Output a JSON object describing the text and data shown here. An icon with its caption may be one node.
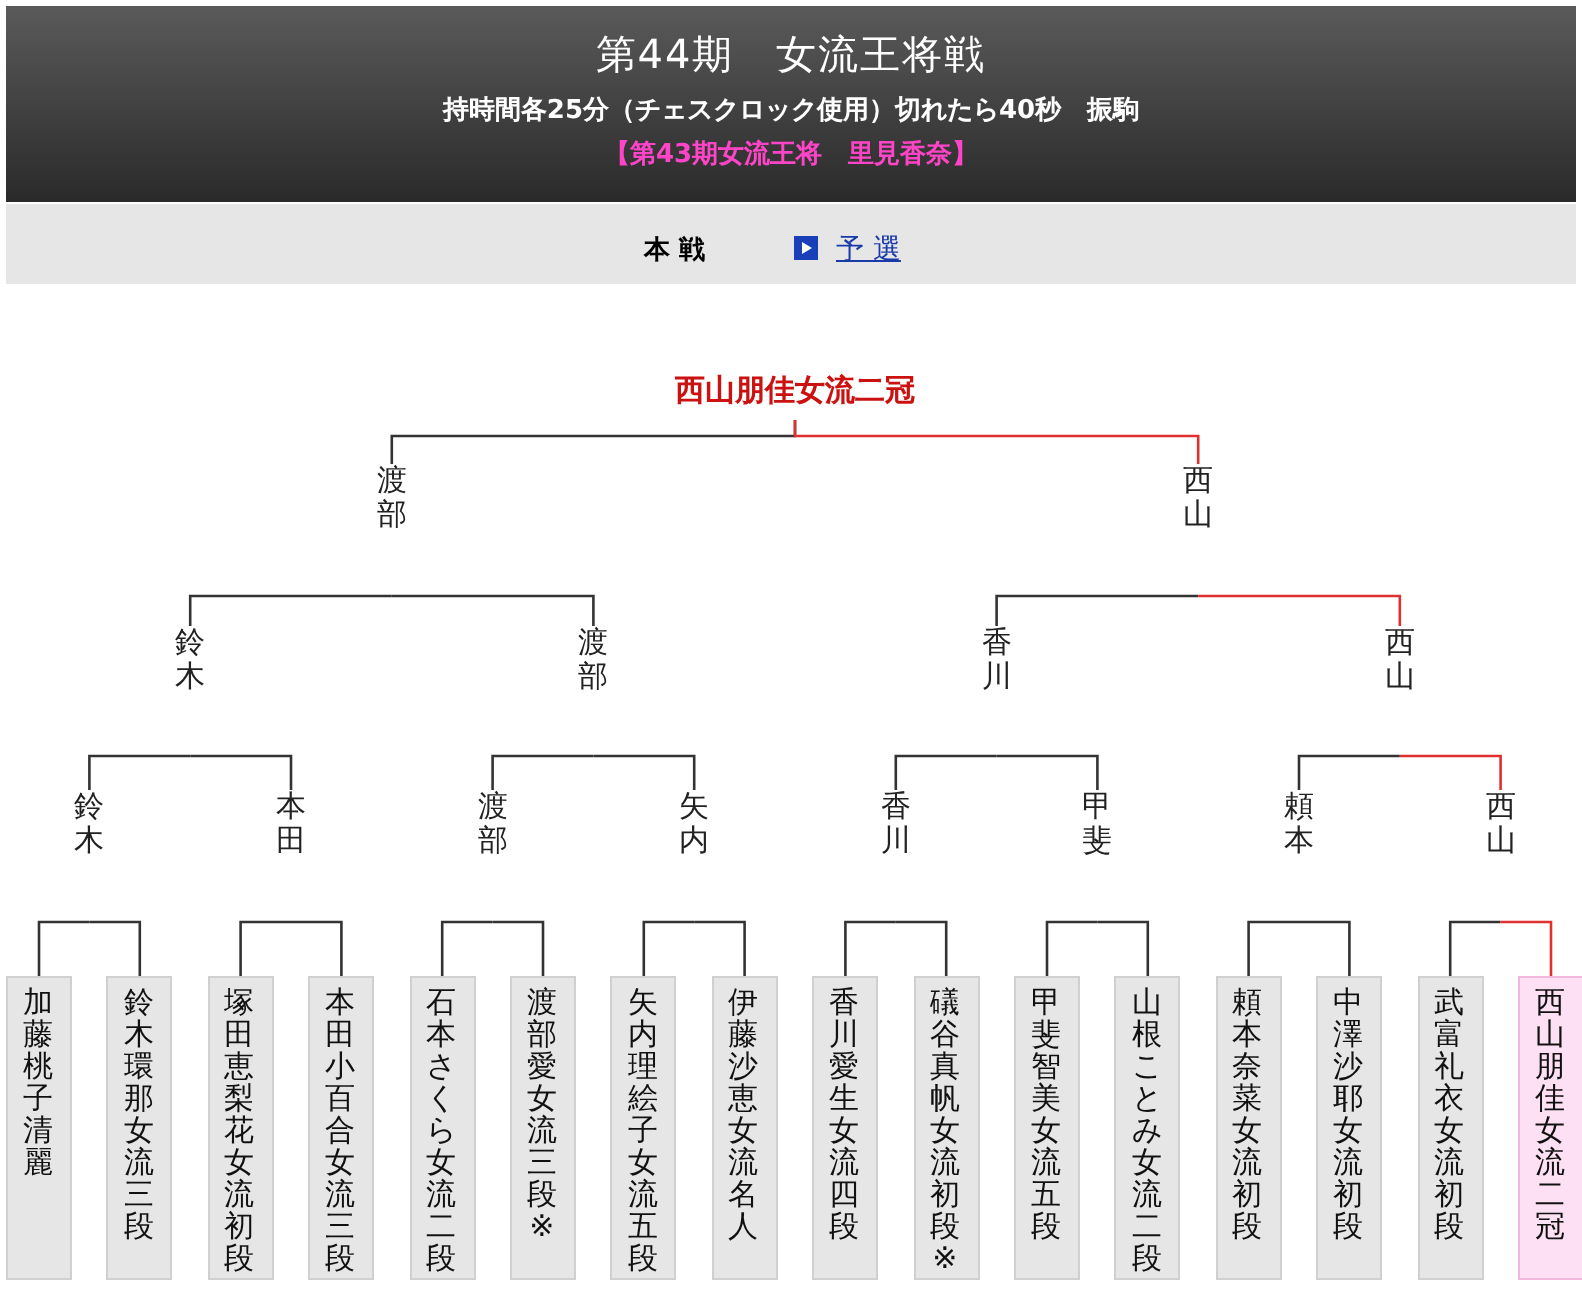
{
  "diagram": {
    "title": "第44期　女流王将戦",
    "nodes": [
      {
        "text": [
          "西山朋佳女流二冠"
        ]
      },
      {
        "text": [
          "渡部"
        ]
      },
      {
        "text": [
          "西山"
        ]
      },
      {
        "text": [
          "鈴木"
        ]
      },
      {
        "text": [
          "渡部"
        ]
      },
      {
        "text": [
          "香川"
        ]
      },
      {
        "text": [
          "西山"
        ]
      },
      {
        "text": [
          "鈴木"
        ]
      },
      {
        "text": [
          "本田"
        ]
      },
      {
        "text": [
          "渡部"
        ]
      },
      {
        "text": [
          "矢内"
        ]
      },
      {
        "text": [
          "香川"
        ]
      },
      {
        "text": [
          "甲斐"
        ]
      },
      {
        "text": [
          "頼本"
        ]
      },
      {
        "text": [
          "西山"
        ]
      },
      {
        "text": [
          "加藤桃子清麗"
        ]
      },
      {
        "text": [
          "鈴木環那女流三段"
        ]
      },
      {
        "text": [
          "塚田恵梨花女流初段"
        ]
      },
      {
        "text": [
          "本田小百合女流三段"
        ]
      },
      {
        "text": [
          "石本さくら女流二段"
        ]
      },
      {
        "text": [
          "渡部愛女流三段※"
        ]
      },
      {
        "text": [
          "矢内理絵子女流五段"
        ]
      },
      {
        "text": [
          "伊藤沙恵女流名人"
        ]
      },
      {
        "text": [
          "香川愛生女流四段"
        ]
      },
      {
        "text": [
          "礒谷真帆女流初段※"
        ]
      },
      {
        "text": [
          "甲斐智美女流五段"
        ]
      },
      {
        "text": [
          "山根ことみ女流二段"
        ]
      },
      {
        "text": [
          "頼本奈菜女流初段"
        ]
      },
      {
        "text": [
          "中澤沙耶女流初段"
        ]
      },
      {
        "text": [
          "武富礼衣女流初段"
        ]
      },
      {
        "text": [
          "西山朋佳女流二冠"
        ]
      }
    ],
    "edges": [
      {
        "from": 0,
        "to": 1,
        "arrow": "none"
      },
      {
        "from": 0,
        "to": 2,
        "arrow": "none",
        "color": "#e03030"
      },
      {
        "from": 1,
        "to": 3,
        "arrow": "none"
      },
      {
        "from": 1,
        "to": 4,
        "arrow": "none"
      },
      {
        "from": 2,
        "to": 5,
        "arrow": "none"
      },
      {
        "from": 2,
        "to": 6,
        "arrow": "none",
        "color": "#e03030"
      },
      {
        "from": 3,
        "to": 7,
        "arrow": "none"
      },
      {
        "from": 3,
        "to": 8,
        "arrow": "none"
      },
      {
        "from": 4,
        "to": 9,
        "arrow": "none"
      },
      {
        "from": 4,
        "to": 10,
        "arrow": "none"
      },
      {
        "from": 5,
        "to": 11,
        "arrow": "none"
      },
      {
        "from": 5,
        "to": 12,
        "arrow": "none"
      },
      {
        "from": 6,
        "to": 13,
        "arrow": "none"
      },
      {
        "from": 6,
        "to": 14,
        "arrow": "none",
        "color": "#e03030"
      },
      {
        "from": 7,
        "to": 15,
        "arrow": "none"
      },
      {
        "from": 7,
        "to": 16,
        "arrow": "none"
      },
      {
        "from": 8,
        "to": 17,
        "arrow": "none"
      },
      {
        "from": 8,
        "to": 18,
        "arrow": "none"
      },
      {
        "from": 9,
        "to": 19,
        "arrow": "none"
      },
      {
        "from": 9,
        "to": 20,
        "arrow": "none"
      },
      {
        "from": 10,
        "to": 21,
        "arrow": "none"
      },
      {
        "from": 10,
        "to": 22,
        "arrow": "none"
      },
      {
        "from": 11,
        "to": 23,
        "arrow": "none"
      },
      {
        "from": 11,
        "to": 24,
        "arrow": "none"
      },
      {
        "from": 12,
        "to": 25,
        "arrow": "none"
      },
      {
        "from": 12,
        "to": 26,
        "arrow": "none"
      },
      {
        "from": 13,
        "to": 27,
        "arrow": "none"
      },
      {
        "from": 13,
        "to": 28,
        "arrow": "none"
      },
      {
        "from": 14,
        "to": 29,
        "arrow": "none"
      },
      {
        "from": 14,
        "to": 30,
        "arrow": "none",
        "color": "#e03030"
      }
    ],
    "labels": [
      "持時間各25分（チェスクロック使用）切れたら40秒　振駒",
      "【第43期女流王将　里見香奈】",
      "本 戦",
      "予 選"
    ]
  }
}
